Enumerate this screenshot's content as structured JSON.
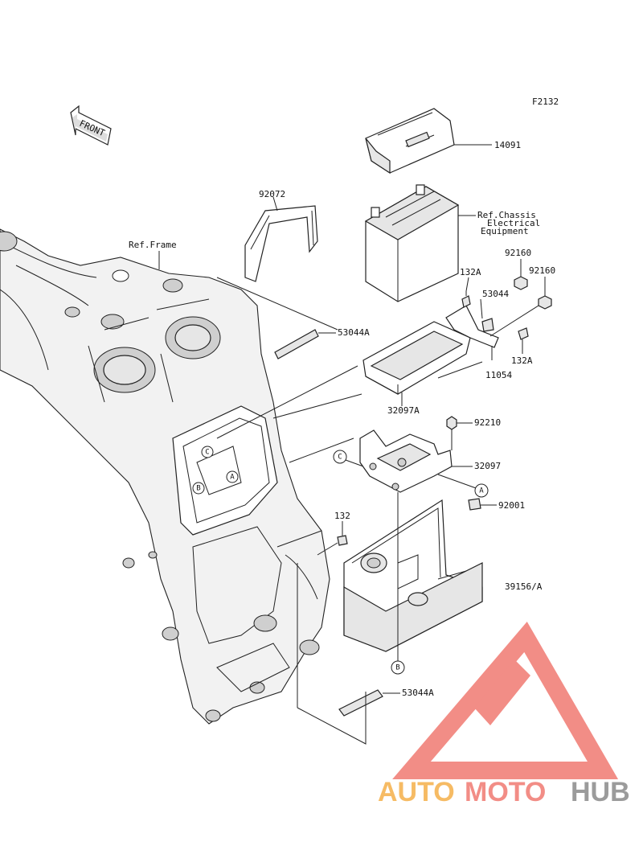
{
  "diagram_code": "F2132",
  "front_arrow_text": "FRONT",
  "labels": {
    "p14091": "14091",
    "p92072": "92072",
    "ref_frame": "Ref.Frame",
    "ref_chassis_1": "Ref.Chassis",
    "ref_chassis_2": "Electrical",
    "ref_chassis_3": "Equipment",
    "p92160a": "92160",
    "p92160b": "92160",
    "p132a_top": "132A",
    "p53044": "53044",
    "p53044a_top": "53044A",
    "p132a_bottom": "132A",
    "p11054": "11054",
    "p32097a": "32097A",
    "p92210": "92210",
    "p32097": "32097",
    "p92001": "92001",
    "p132": "132",
    "p39156": "39156/A",
    "p53044a_bottom": "53044A"
  },
  "callouts": {
    "a1": "A",
    "a2": "A",
    "b1": "B",
    "b2": "B",
    "c1": "C",
    "c2": "C"
  },
  "watermark": {
    "text_auto": "AUTO",
    "text_moto": "MOTO",
    "text_hub": "HUB",
    "color_red": "#f07a72",
    "color_orange": "#f5b04a",
    "color_gray": "#8a8a8a"
  }
}
